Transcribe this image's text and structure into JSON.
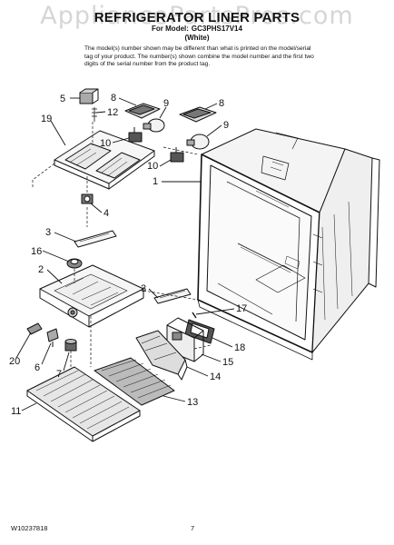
{
  "watermark": "AppliancePartsPros.com",
  "header": {
    "title": "REFRIGERATOR LINER PARTS",
    "model_label": "For Model:",
    "model_value": "GC3PHS17V14",
    "color": "(White)"
  },
  "note": "The model(s) number shown may be different than what is printed on the model/serial tag of your product. The number(s) shown combine the model number and the first two digits of the serial number from the product tag.",
  "callouts": [
    {
      "id": "5",
      "label": "5"
    },
    {
      "id": "8a",
      "label": "8"
    },
    {
      "id": "12",
      "label": "12"
    },
    {
      "id": "9a",
      "label": "9"
    },
    {
      "id": "8b",
      "label": "8"
    },
    {
      "id": "19",
      "label": "19"
    },
    {
      "id": "10a",
      "label": "10"
    },
    {
      "id": "9b",
      "label": "9"
    },
    {
      "id": "10b",
      "label": "10"
    },
    {
      "id": "1",
      "label": "1"
    },
    {
      "id": "4",
      "label": "4"
    },
    {
      "id": "3a",
      "label": "3"
    },
    {
      "id": "16",
      "label": "16"
    },
    {
      "id": "2",
      "label": "2"
    },
    {
      "id": "3b",
      "label": "3"
    },
    {
      "id": "17",
      "label": "17"
    },
    {
      "id": "18",
      "label": "18"
    },
    {
      "id": "20",
      "label": "20"
    },
    {
      "id": "6",
      "label": "6"
    },
    {
      "id": "15",
      "label": "15"
    },
    {
      "id": "7",
      "label": "7"
    },
    {
      "id": "14",
      "label": "14"
    },
    {
      "id": "13",
      "label": "13"
    },
    {
      "id": "11",
      "label": "11"
    }
  ],
  "footer": {
    "doc_number": "W10237818",
    "page": "7"
  }
}
